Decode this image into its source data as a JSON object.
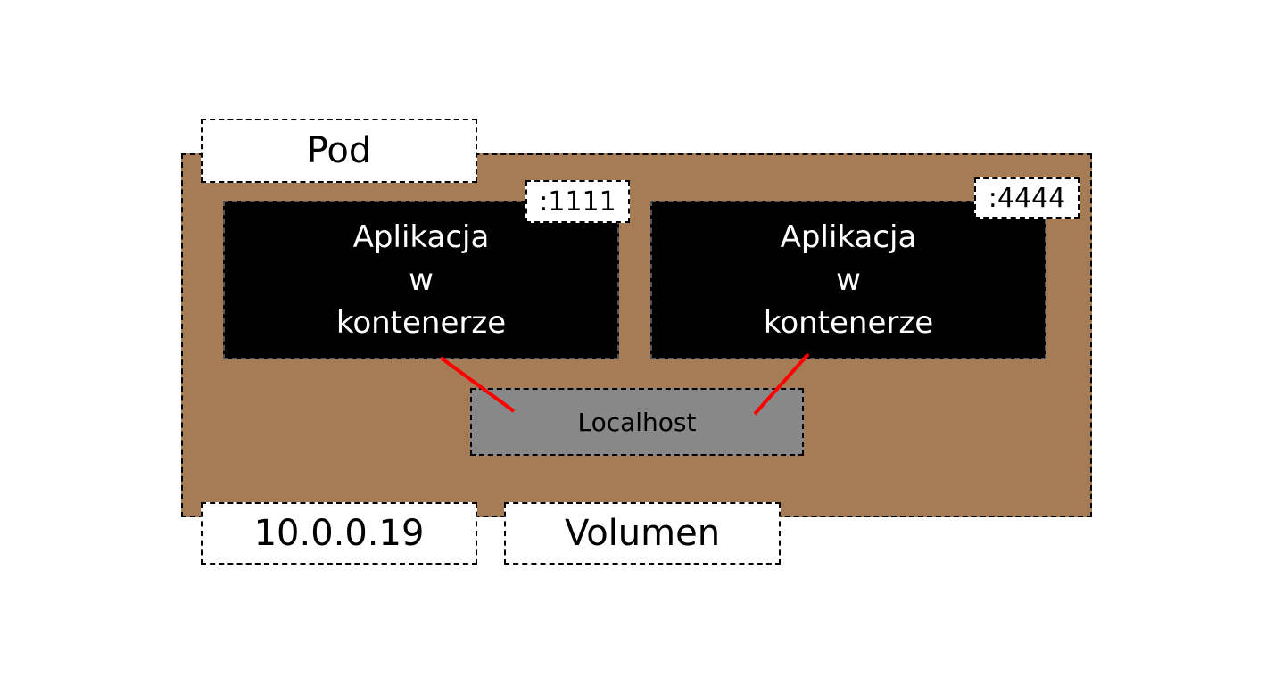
{
  "colors": {
    "pod": "#a57c55",
    "container": "#000000",
    "localhost": "#888888",
    "link": "#ff0000"
  },
  "pod": {
    "label": "Pod",
    "ip": "10.0.0.19",
    "volume": "Volumen"
  },
  "containers": [
    {
      "line1": "Aplikacja",
      "line2": "w",
      "line3": "kontenerze",
      "port": ":1111"
    },
    {
      "line1": "Aplikacja",
      "line2": "w",
      "line3": "kontenerze",
      "port": ":4444"
    }
  ],
  "localhost": {
    "label": "Localhost"
  }
}
